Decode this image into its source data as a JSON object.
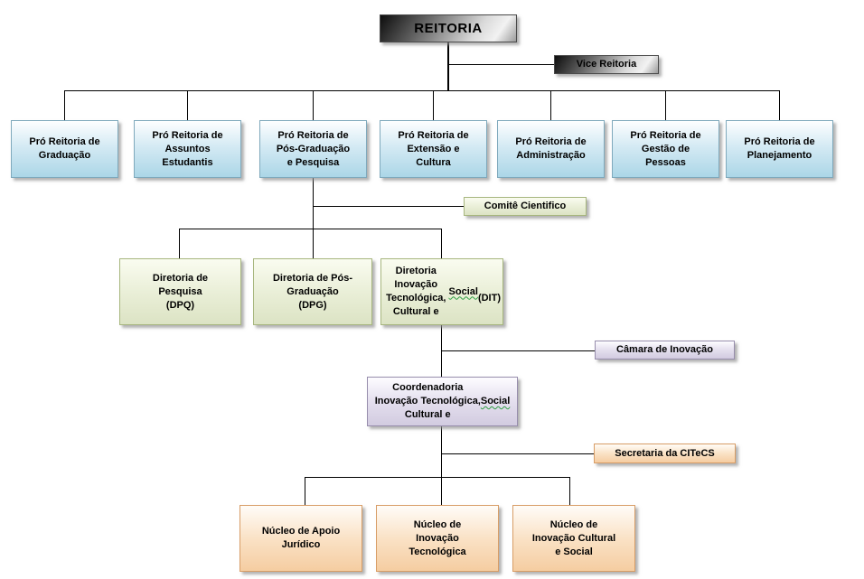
{
  "chart_title": "REITORIA",
  "colors": {
    "root_fill_dark": "#0d0d0d",
    "root_fill_light": "#f2f2f2",
    "pro_reitoria_fill": "#abd6e7",
    "pro_reitoria_border": "#7fa9bc",
    "diretoria_fill": "#dce3c4",
    "diretoria_border": "#a7b67e",
    "coordenadoria_fill": "#d2cbe0",
    "coordenadoria_border": "#978dac",
    "nucleo_fill": "#f5cda1",
    "nucleo_border": "#d89d66",
    "connector": "#000000"
  },
  "nodes": {
    "reitoria": {
      "label": "REITORIA"
    },
    "vice": {
      "label": "Vice Reitoria"
    },
    "pro_reitorias": [
      {
        "label": "Pró Reitoria de\nGraduação"
      },
      {
        "label": "Pró Reitoria de\nAssuntos\nEstudantis"
      },
      {
        "label": "Pró Reitoria de\nPós-Graduação\ne Pesquisa"
      },
      {
        "label": "Pró Reitoria de\nExtensão e\nCultura"
      },
      {
        "label": "Pró Reitoria de\nAdministração"
      },
      {
        "label": "Pró Reitoria de\nGestão de\nPessoas"
      },
      {
        "label": "Pró Reitoria de\nPlanejamento"
      }
    ],
    "comite": {
      "label": "Comitê Cientifico"
    },
    "diretorias": [
      {
        "label": "Diretoria de\nPesquisa\n(DPQ)"
      },
      {
        "label": "Diretoria de Pós-\nGraduação\n(DPG)"
      },
      {
        "label_pre": "Diretoria Inovação\nTecnológica,\nCultural e ",
        "label_wavy": "Social",
        "label_post": "\n(DIT)"
      }
    ],
    "camara": {
      "label": "Câmara de Inovação"
    },
    "coordenadoria": {
      "label_pre": "Coordenadoria\nInovação Tecnológica,\nCultural e ",
      "label_wavy": "Social",
      "label_post": ""
    },
    "secretaria": {
      "label": "Secretaria da CITeCS"
    },
    "nucleos": [
      {
        "label": "Núcleo de Apoio\nJurídico"
      },
      {
        "label": "Núcleo de\nInovação\nTecnológica"
      },
      {
        "label": "Núcleo de\nInovação Cultural\ne Social"
      }
    ]
  }
}
